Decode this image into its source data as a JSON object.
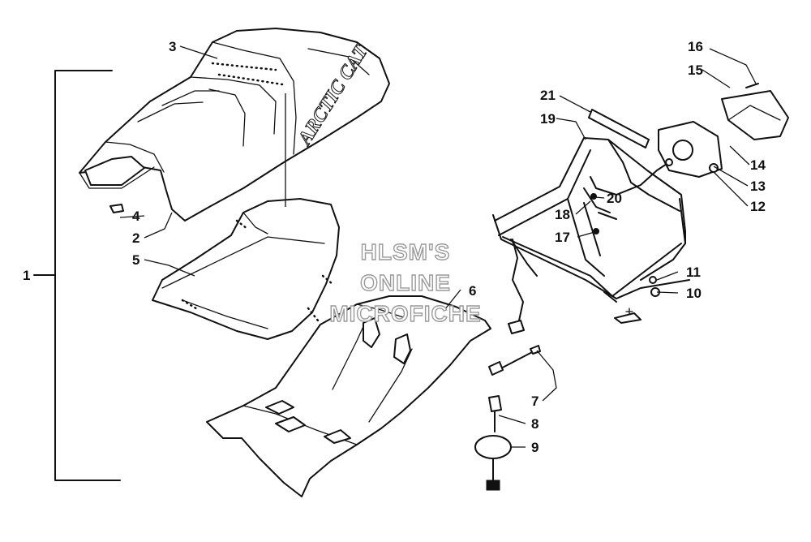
{
  "callouts": {
    "c1": "1",
    "c2": "2",
    "c3": "3",
    "c4": "4",
    "c5": "5",
    "c6": "6",
    "c7": "7",
    "c8": "8",
    "c9": "9",
    "c10": "10",
    "c11": "11",
    "c12": "12",
    "c13": "13",
    "c14": "14",
    "c15": "15",
    "c16": "16",
    "c17": "17",
    "c18": "18",
    "c19": "19",
    "c20": "20",
    "c21": "21"
  },
  "seat_logo_text": "ARCTIC CAT",
  "watermark": {
    "line1": "HLSM'S",
    "line2": "ONLINE",
    "line3": "MICROFICHE"
  }
}
